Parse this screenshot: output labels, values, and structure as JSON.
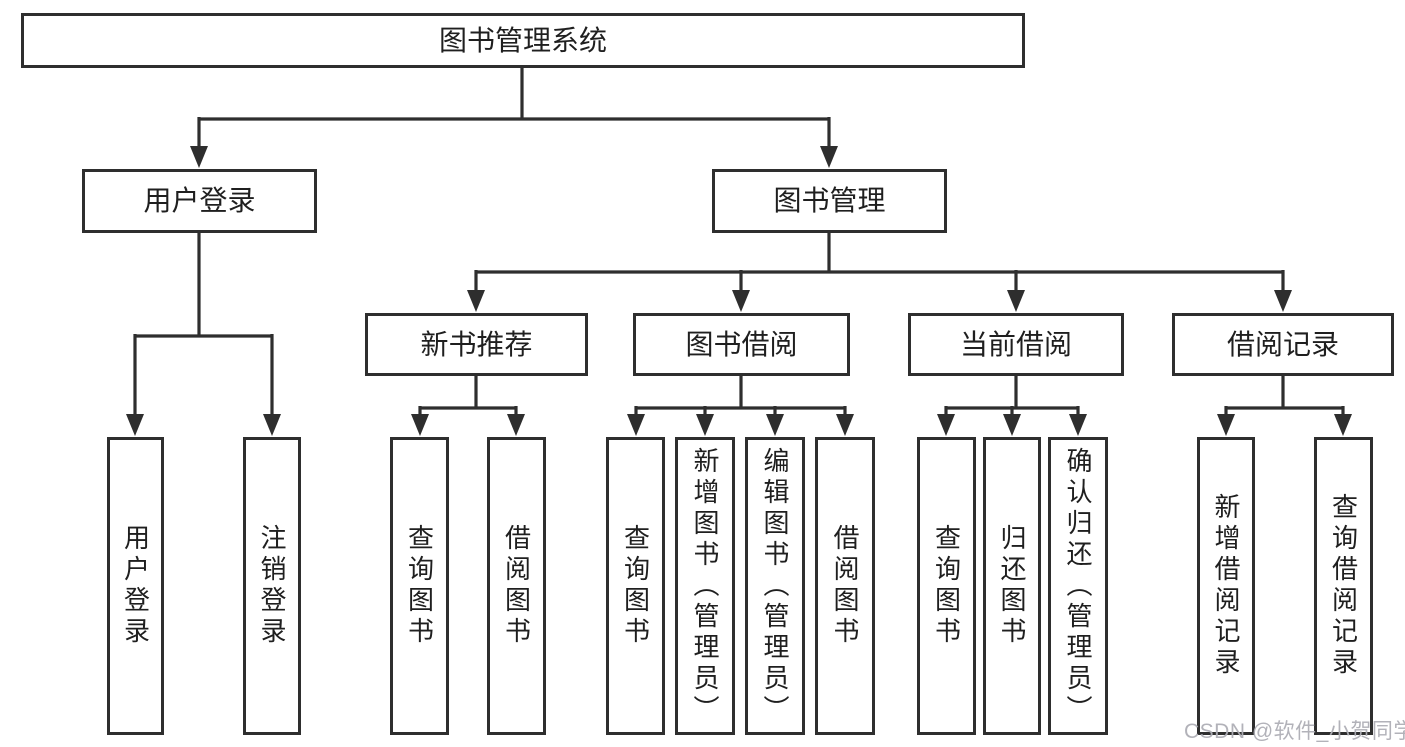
{
  "colors": {
    "line": "#2e2e2e",
    "text": "#1f1f1f",
    "box_background": "#ffffff",
    "page_background": "#ffffff",
    "watermark": "#aeaeb5"
  },
  "tree": {
    "label": "图书管理系统",
    "children": [
      {
        "label": "用户登录",
        "children": [
          {
            "label": "用户登录"
          },
          {
            "label": "注销登录"
          }
        ]
      },
      {
        "label": "图书管理",
        "children": [
          {
            "label": "新书推荐",
            "children": [
              {
                "label": "查询图书"
              },
              {
                "label": "借阅图书"
              }
            ]
          },
          {
            "label": "图书借阅",
            "children": [
              {
                "label": "查询图书"
              },
              {
                "label": "新增图书（管理员）"
              },
              {
                "label": "编辑图书（管理员）"
              },
              {
                "label": "借阅图书"
              }
            ]
          },
          {
            "label": "当前借阅",
            "children": [
              {
                "label": "查询图书"
              },
              {
                "label": "归还图书"
              },
              {
                "label": "确认归还（管理员）"
              }
            ]
          },
          {
            "label": "借阅记录",
            "children": [
              {
                "label": "新增借阅记录"
              },
              {
                "label": "查询借阅记录"
              }
            ]
          }
        ]
      }
    ]
  },
  "watermark": {
    "text": "CSDN @软件_小贺同学"
  }
}
